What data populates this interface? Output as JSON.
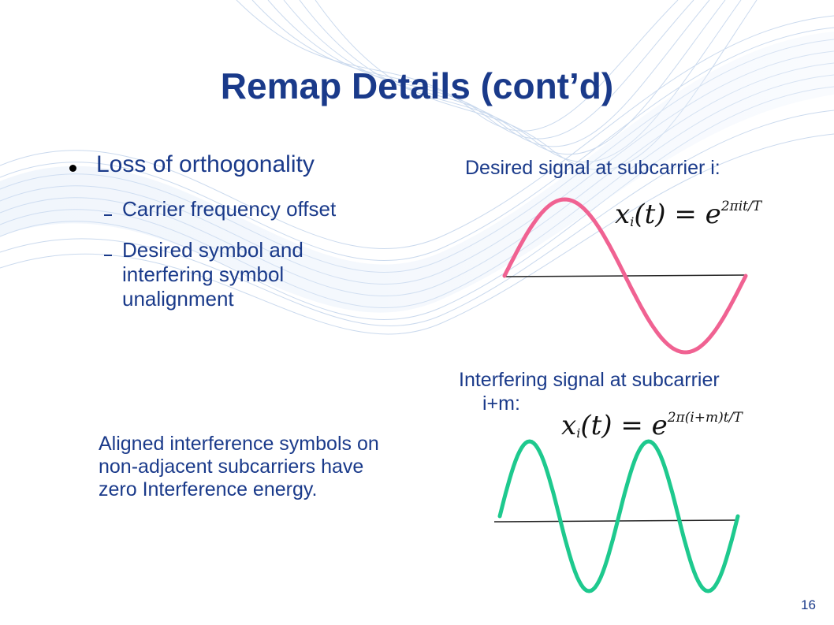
{
  "slide": {
    "title": "Remap Details (cont’d)",
    "bullet": "Loss of orthogonality",
    "sub_bullets": [
      {
        "lines": [
          "Carrier frequency offset"
        ]
      },
      {
        "lines": [
          "Desired symbol and",
          "interfering symbol",
          "unalignment"
        ]
      }
    ],
    "desired_heading": "Desired signal at subcarrier i:",
    "interfering_heading_line1": "Interfering signal at subcarrier",
    "interfering_heading_line2": "i+m:",
    "formula1": {
      "lhs": "x",
      "lhs_sub": "i",
      "lhs_arg": "(t) = e",
      "exponent": "2πit/T"
    },
    "formula2": {
      "lhs": "x",
      "lhs_sub": "i",
      "lhs_arg": "(t) = e",
      "exponent": "2π(i+m)t/T"
    },
    "aligned_text_lines": [
      "Aligned interference symbols on",
      "non-adjacent subcarriers have",
      "zero Interference energy."
    ],
    "page_number": "16"
  },
  "colors": {
    "title": "#1a3a8a",
    "desired_wave": "#f06292",
    "interfering_wave": "#1ec98e",
    "axis": "#222222"
  },
  "waves": {
    "desired_cycles": 1,
    "interfering_cycles": 2
  }
}
